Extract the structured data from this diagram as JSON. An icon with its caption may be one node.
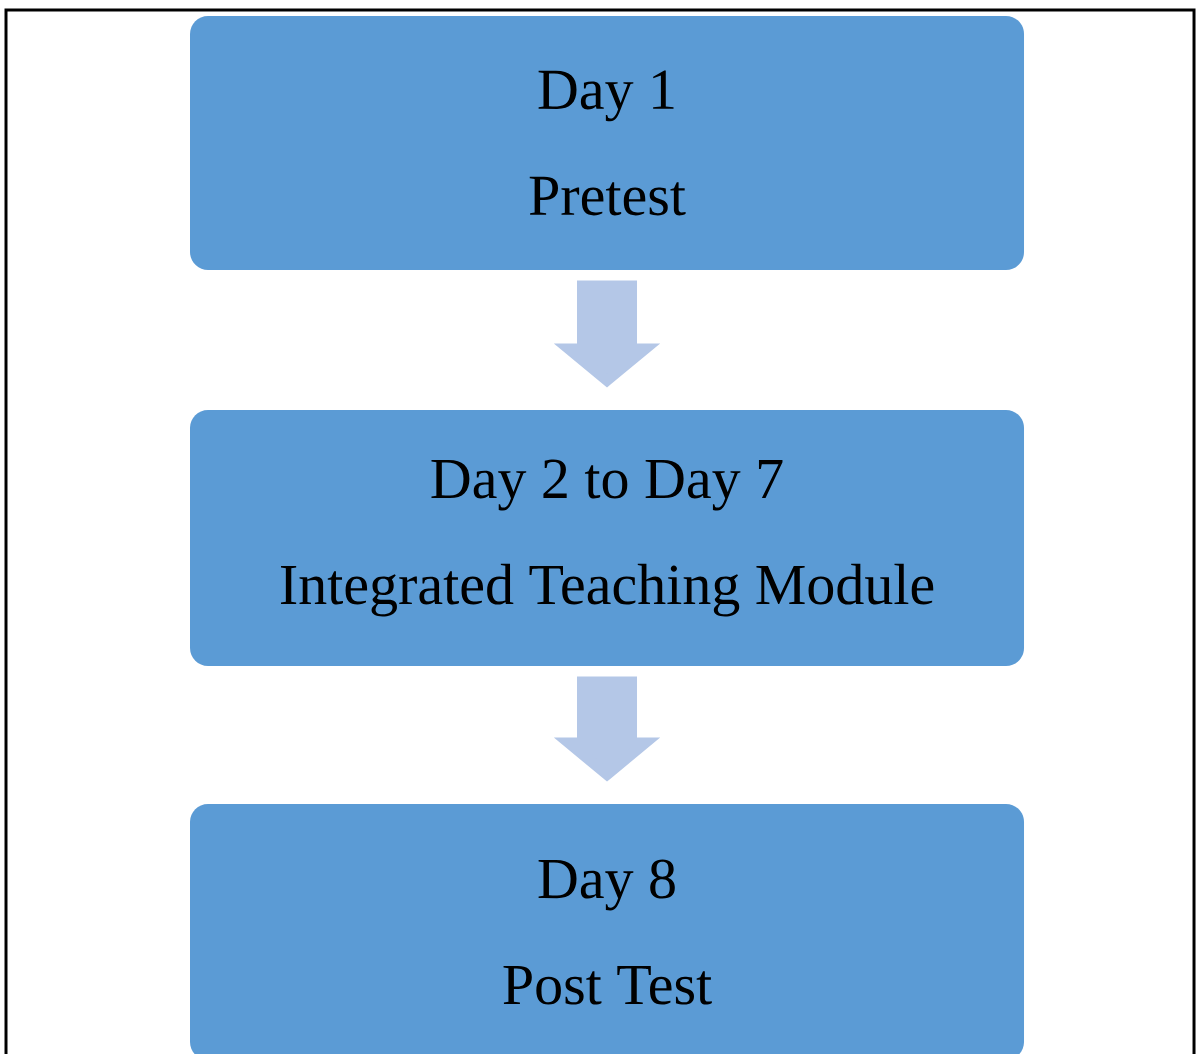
{
  "diagram": {
    "nodes": [
      {
        "text": [
          "Day 1",
          "Pretest"
        ]
      },
      {
        "text": [
          "Day 2 to Day 7",
          "Integrated Teaching Module"
        ]
      },
      {
        "text": [
          "Day 8",
          "Post Test"
        ]
      }
    ],
    "edges": [
      {
        "from": 0,
        "to": 1,
        "arrow": "to"
      },
      {
        "from": 1,
        "to": 2,
        "arrow": "to"
      }
    ]
  }
}
